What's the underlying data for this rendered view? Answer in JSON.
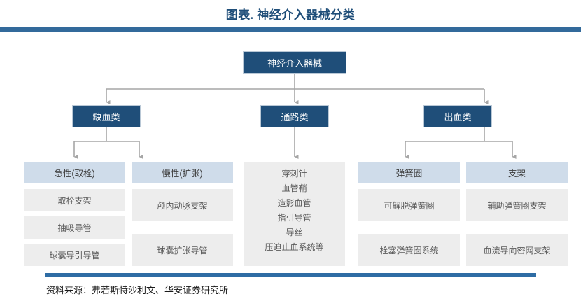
{
  "header": {
    "title": "图表. 神经介入器械分类"
  },
  "footer": {
    "source": "资料来源：弗若斯特沙利文、华安证券研究所"
  },
  "colors": {
    "title_blue": "#1F4E79",
    "rule_blue": "#336A9B",
    "footer_rule_blue": "#2E6CA4",
    "node_dark_blue": "#1F4E79",
    "node_light_blue": "#CFDCEA",
    "node_gray": "#EDEDED",
    "connector_gray": "#A6A6A6"
  },
  "chart_data": {
    "type": "diagram",
    "title": "图表. 神经介入器械分类",
    "root": "神经介入器械",
    "levels": 4,
    "nodes": {
      "root": {
        "label": "神经介入器械",
        "style": "dark-blue"
      },
      "level2": [
        {
          "label": "缺血类",
          "style": "dark-blue"
        },
        {
          "label": "通路类",
          "style": "dark-blue"
        },
        {
          "label": "出血类",
          "style": "dark-blue"
        }
      ],
      "level3": [
        {
          "label": "急性(取栓)",
          "style": "light-blue",
          "parent": "缺血类"
        },
        {
          "label": "慢性(扩张)",
          "style": "light-blue",
          "parent": "缺血类"
        },
        {
          "label": "弹簧圈",
          "style": "light-blue",
          "parent": "出血类"
        },
        {
          "label": "支架",
          "style": "light-blue",
          "parent": "出血类"
        }
      ],
      "leaves": {
        "急性(取栓)": [
          "取栓支架",
          "抽吸导管",
          "球囊导引导管"
        ],
        "慢性(扩张)": [
          "颅内动脉支架",
          "球囊扩张导管"
        ],
        "通路类": [
          "穿刺针",
          "血管鞘",
          "造影血管",
          "指引导管",
          "导丝",
          "压迫止血系统等"
        ],
        "弹簧圈": [
          "可解脱弹簧圈",
          "栓塞弹簧圈系统"
        ],
        "支架": [
          "辅助弹簧圈支架",
          "血流导向密网支架"
        ]
      }
    }
  },
  "diagram": {
    "root": {
      "label": "神经介入器械"
    },
    "branch_ischemic": {
      "label": "缺血类"
    },
    "branch_access": {
      "label": "通路类"
    },
    "branch_hemorrhagic": {
      "label": "出血类"
    },
    "head_acute": {
      "label": "急性(取栓)"
    },
    "head_chronic": {
      "label": "慢性(扩张)"
    },
    "head_coil": {
      "label": "弹簧圈"
    },
    "head_stent": {
      "label": "支架"
    },
    "acute_items": [
      {
        "label": "取栓支架"
      },
      {
        "label": "抽吸导管"
      },
      {
        "label": "球囊导引导管"
      }
    ],
    "chronic_items": [
      {
        "label": "颅内动脉支架"
      },
      {
        "label": "球囊扩张导管"
      }
    ],
    "access_items": [
      {
        "label": "穿刺针"
      },
      {
        "label": "血管鞘"
      },
      {
        "label": "造影血管"
      },
      {
        "label": "指引导管"
      },
      {
        "label": "导丝"
      },
      {
        "label": "压迫止血系统等"
      }
    ],
    "coil_items": [
      {
        "label": "可解脱弹簧圈"
      },
      {
        "label": "栓塞弹簧圈系统"
      }
    ],
    "stent_items": [
      {
        "label": "辅助弹簧圈支架"
      },
      {
        "label": "血流导向密网支架"
      }
    ]
  }
}
